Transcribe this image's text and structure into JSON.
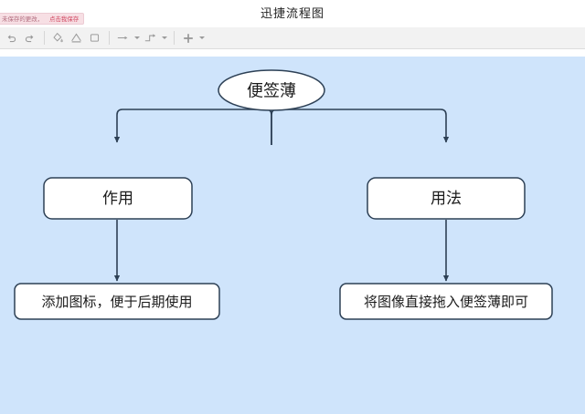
{
  "window": {
    "title": "迅捷流程图"
  },
  "toast": {
    "message": "未保存的更改，",
    "action": "点击我保存"
  },
  "toolbar": {
    "items": [
      {
        "name": "undo-icon",
        "label": "撤销"
      },
      {
        "name": "redo-icon",
        "label": "重做"
      },
      {
        "name": "fill-color-icon",
        "label": "填充颜色"
      },
      {
        "name": "line-color-icon",
        "label": "线条颜色"
      },
      {
        "name": "shape-style-icon",
        "label": "形状样式"
      },
      {
        "name": "straight-connector-icon",
        "label": "直线连接线"
      },
      {
        "name": "elbow-connector-icon",
        "label": "折线连接线"
      },
      {
        "name": "add-icon",
        "label": "添加"
      }
    ]
  },
  "diagram": {
    "type": "tree-flowchart",
    "canvas_background": "#cfe4fb",
    "node_fill": "#ffffff",
    "node_stroke": "#33475b",
    "connector_stroke": "#33475b",
    "nodes": [
      {
        "id": "root",
        "shape": "ellipse",
        "label": "便签薄"
      },
      {
        "id": "branch-left",
        "shape": "rounded-rectangle",
        "label": "作用"
      },
      {
        "id": "branch-right",
        "shape": "rounded-rectangle",
        "label": "用法"
      },
      {
        "id": "leaf-left",
        "shape": "rounded-rectangle",
        "label": "添加图标，便于后期使用"
      },
      {
        "id": "leaf-right",
        "shape": "rounded-rectangle",
        "label": "将图像直接拖入便签薄即可"
      }
    ],
    "edges": [
      {
        "from": "root",
        "to": "branch-left",
        "style": "elbow-arrow"
      },
      {
        "from": "root",
        "to": "branch-right",
        "style": "elbow-arrow"
      },
      {
        "from": "branch-left",
        "to": "leaf-left",
        "style": "straight-arrow"
      },
      {
        "from": "branch-right",
        "to": "leaf-right",
        "style": "straight-arrow"
      }
    ]
  }
}
